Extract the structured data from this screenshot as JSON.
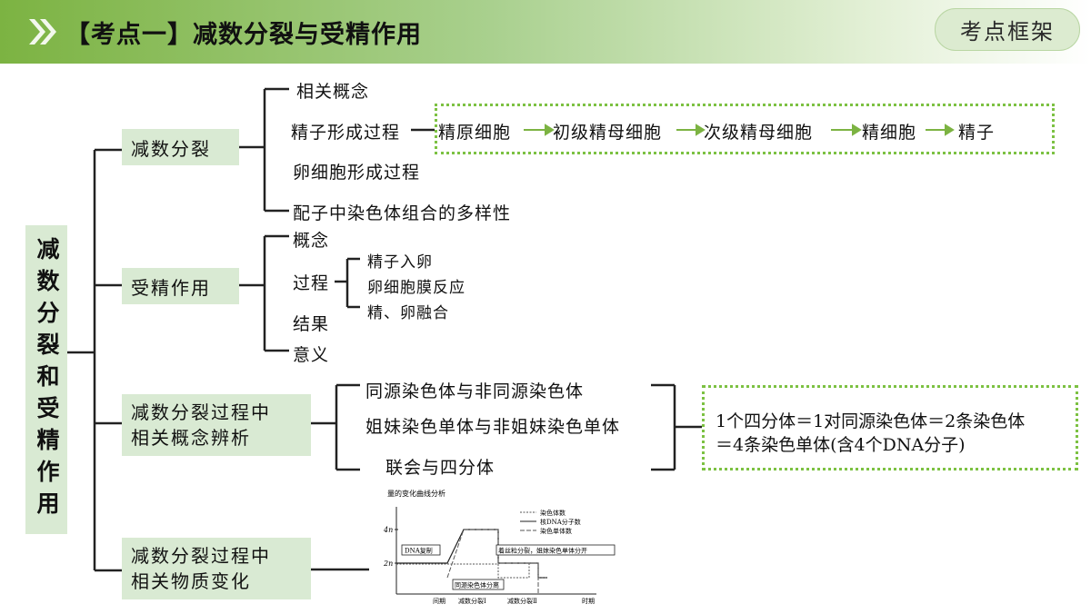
{
  "header": {
    "title": "【考点一】减数分裂与受精作用",
    "badge": "考点框架",
    "colors": {
      "accent": "#7cb342",
      "box_fill": "#d9ead3",
      "dotted_border": "#7cc142"
    }
  },
  "root": {
    "label": "减数分裂和受精作用"
  },
  "branches": [
    {
      "label": "减数分裂",
      "items": [
        "相关概念",
        "精子形成过程",
        "卵细胞形成过程",
        "配子中染色体组合的多样性"
      ]
    },
    {
      "label": "受精作用",
      "items": [
        "概念",
        "过程",
        "结果",
        "意义"
      ],
      "process_steps": [
        "精子入卵",
        "卵细胞膜反应",
        "精、卵融合"
      ]
    },
    {
      "label_lines": [
        "减数分裂过程中",
        "相关概念辨析"
      ],
      "items": [
        "同源染色体与非同源染色体",
        "姐妹染色单体与非姐妹染色单体",
        "联会与四分体"
      ]
    },
    {
      "label_lines": [
        "减数分裂过程中",
        "相关物质变化"
      ]
    }
  ],
  "sperm_flow": [
    "精原细胞",
    "初级精母细胞",
    "次级精母细胞",
    "精细胞",
    "精子"
  ],
  "equation_lines": [
    "1个四分体＝1对同源染色体＝2条染色体",
    "＝4条染色单体(含4个DNA分子)"
  ],
  "chart_data": {
    "type": "line",
    "title": "量的变化曲线分析",
    "xlabel": "时期",
    "ylabel": "",
    "x_categories": [
      "间期",
      "减数分裂Ⅰ",
      "减数分裂Ⅱ"
    ],
    "y_ticks": [
      "2n",
      "4n"
    ],
    "legend": [
      "染色体数",
      "核DNA分子数",
      "染色单体数"
    ],
    "legend_position": "top-right",
    "annotations": [
      "DNA复制",
      "着丝粒分裂，姐妹染色单体分开",
      "同源染色体分离"
    ]
  }
}
